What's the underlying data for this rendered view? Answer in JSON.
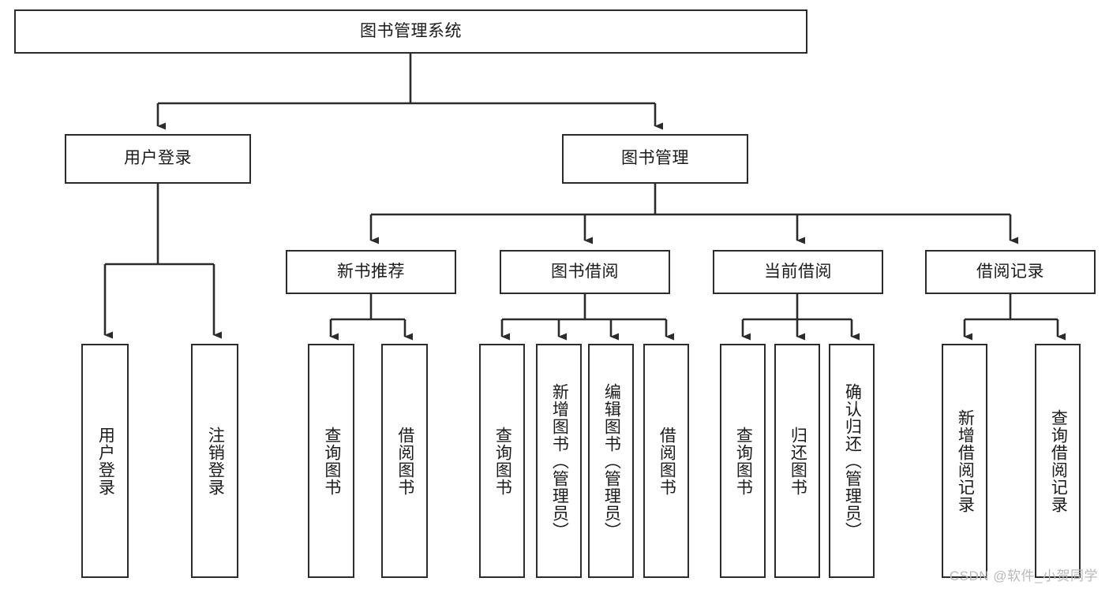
{
  "diagram": {
    "title": "图书管理系统",
    "type": "function-structure-tree",
    "background_color": "#ffffff",
    "line_color": "#2b2b2b",
    "text_color": "#1b1b1b"
  },
  "levels": {
    "root": {
      "label": "图书管理系统"
    },
    "level2": [
      {
        "label": "用户登录"
      },
      {
        "label": "图书管理"
      }
    ],
    "level3": [
      {
        "label": "新书推荐"
      },
      {
        "label": "图书借阅"
      },
      {
        "label": "当前借阅"
      },
      {
        "label": "借阅记录"
      }
    ],
    "leaves": [
      {
        "label": "用户登录",
        "parent": "用户登录"
      },
      {
        "label": "注销登录",
        "parent": "用户登录"
      },
      {
        "label": "查询图书",
        "parent": "新书推荐"
      },
      {
        "label": "借阅图书",
        "parent": "新书推荐"
      },
      {
        "label": "查询图书",
        "parent": "图书借阅"
      },
      {
        "label": "新增图书（管理员）",
        "parent": "图书借阅"
      },
      {
        "label": "编辑图书（管理员）",
        "parent": "图书借阅"
      },
      {
        "label": "借阅图书",
        "parent": "图书借阅"
      },
      {
        "label": "查询图书",
        "parent": "当前借阅"
      },
      {
        "label": "归还图书",
        "parent": "当前借阅"
      },
      {
        "label": "确认归还（管理员）",
        "parent": "当前借阅"
      },
      {
        "label": "新增借阅记录",
        "parent": "借阅记录"
      },
      {
        "label": "查询借阅记录",
        "parent": "借阅记录"
      }
    ]
  },
  "watermark": {
    "text": "CSDN @软件_小贺同学"
  }
}
